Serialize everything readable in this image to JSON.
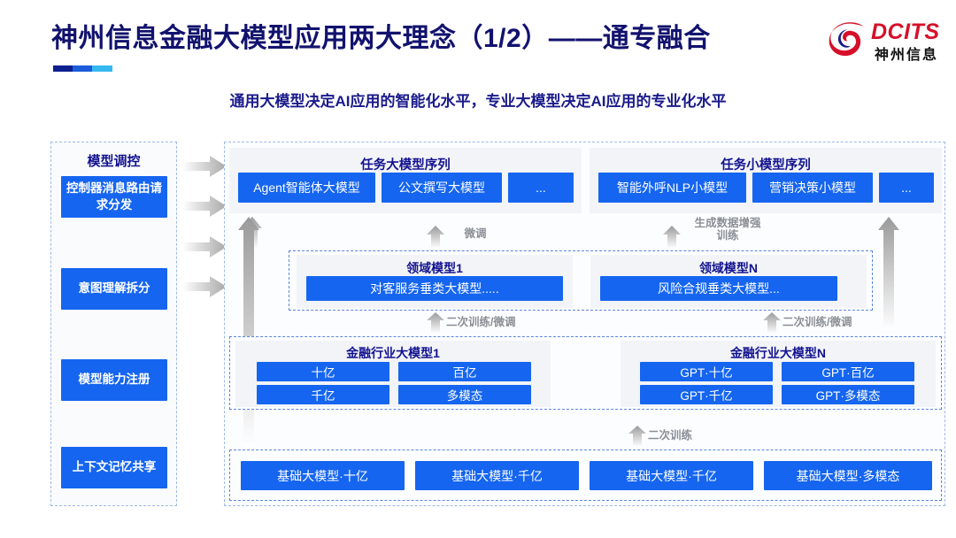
{
  "header": {
    "title": "神州信息金融大模型应用两大理念（1/2）——通专融合",
    "subtitle": "通用大模型决定AI应用的智能化水平，专业大模型决定AI应用的专业化水平",
    "logo": {
      "brand": "DCITS",
      "brand_cn": "神州信息"
    },
    "colors": {
      "title": "#12126e",
      "accent_blue": "#1565f0",
      "logo_red": "#d6102a"
    }
  },
  "control_column": {
    "title": "模型调控",
    "items": [
      {
        "label": "控制器消息路由请求分发"
      },
      {
        "label": "意图理解拆分"
      },
      {
        "label": "模型能力注册"
      },
      {
        "label": "上下文记忆共享"
      }
    ]
  },
  "task_sequences": [
    {
      "title": "任务大模型序列",
      "items": [
        "Agent智能体大模型",
        "公文撰写大模型",
        "..."
      ]
    },
    {
      "title": "任务小模型序列",
      "items": [
        "智能外呼NLP小模型",
        "营销决策小模型",
        "..."
      ]
    }
  ],
  "domain_models": [
    {
      "title": "领域模型1",
      "item": "对客服务垂类大模型....."
    },
    {
      "title": "领域模型N",
      "item": "风险合规垂类大模型..."
    }
  ],
  "industry_models": [
    {
      "title": "金融行业大模型1",
      "items": [
        "十亿",
        "百亿",
        "千亿",
        "多模态"
      ]
    },
    {
      "title": "金融行业大模型N",
      "items": [
        "GPT·十亿",
        "GPT·百亿",
        "GPT·千亿",
        "GPT·多模态"
      ]
    }
  ],
  "base_models": [
    "基础大模型·十亿",
    "基础大模型·千亿",
    "基础大模型·千亿",
    "基础大模型·多模态"
  ],
  "arrow_labels": {
    "finetune": "微调",
    "data_augment": "生成数据增强\n训练",
    "retrain_finetune_left": "二次训练/微调",
    "retrain_finetune_right": "二次训练/微调",
    "retrain": "二次训练"
  }
}
